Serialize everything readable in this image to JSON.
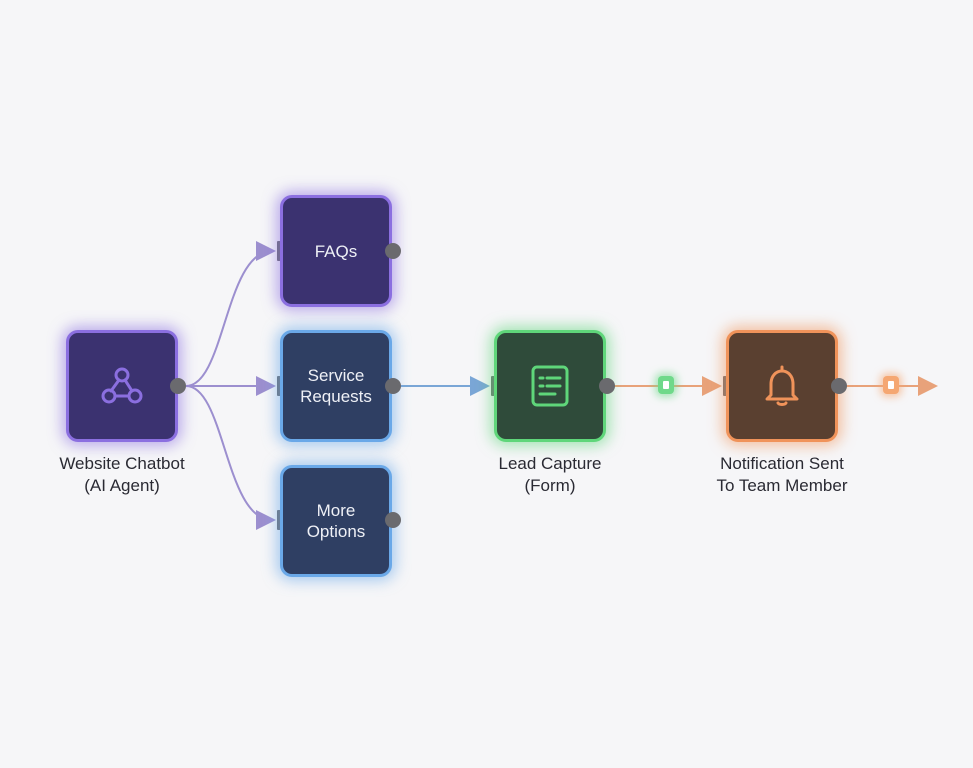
{
  "nodes": {
    "chatbot": {
      "label": "",
      "caption": "Website Chatbot\n(AI Agent)",
      "icon": "webhook-icon",
      "accent": "#8b6fe0"
    },
    "faqs": {
      "label": "FAQs",
      "accent": "#8b6fe0"
    },
    "service_requests": {
      "label": "Service\nRequests",
      "accent": "#6aa8e8"
    },
    "more_options": {
      "label": "More\nOptions",
      "accent": "#6aa8e8"
    },
    "lead_capture": {
      "caption": "Lead Capture\n(Form)",
      "icon": "form-icon",
      "accent": "#5fd67a"
    },
    "notification": {
      "caption": "Notification Sent\nTo Team Member",
      "icon": "bell-icon",
      "accent": "#f0935a"
    }
  },
  "edges": [
    {
      "from": "chatbot",
      "to": "faqs",
      "color": "#9c8fcf"
    },
    {
      "from": "chatbot",
      "to": "service_requests",
      "color": "#9c8fcf"
    },
    {
      "from": "chatbot",
      "to": "more_options",
      "color": "#9c8fcf"
    },
    {
      "from": "service_requests",
      "to": "lead_capture",
      "color": "#7aa6d6"
    },
    {
      "from": "lead_capture",
      "to": "notification",
      "color": "#e8a27a"
    },
    {
      "from": "notification",
      "to": "output",
      "color": "#e8a27a"
    }
  ]
}
